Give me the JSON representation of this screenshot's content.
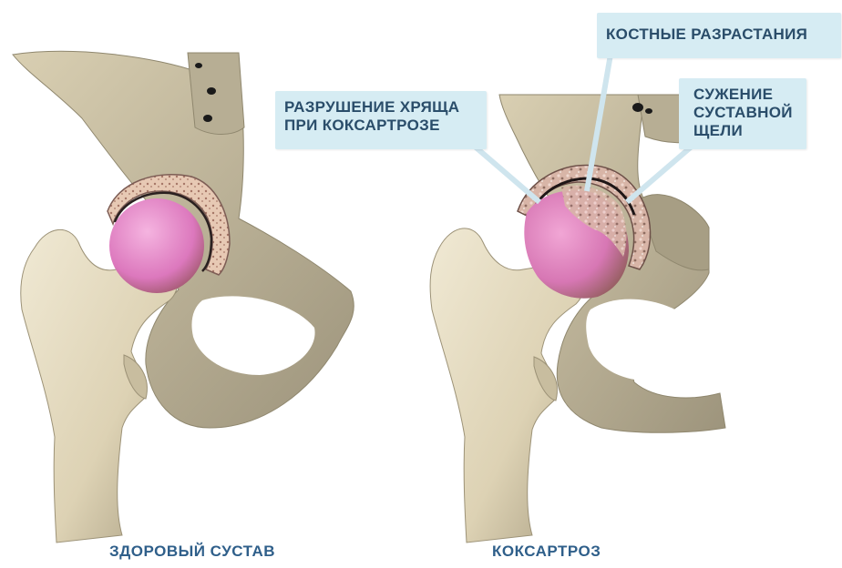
{
  "callouts": {
    "bony_growth": "КОСТНЫЕ РАЗРАСТАНИЯ",
    "cartilage_destruction": [
      "РАЗРУШЕНИЕ ХРЯЩА",
      "ПРИ КОКСАРТРОЗЕ"
    ],
    "joint_space_narrowing": [
      "СУЖЕНИЕ",
      "СУСТАВНОЙ",
      "ЩЕЛИ"
    ]
  },
  "captions": {
    "healthy": "ЗДОРОВЫЙ СУСТАВ",
    "disease": "КОКСАРТРОЗ"
  },
  "colors": {
    "bone": "#e5dcc3",
    "bone_shadow": "#b8ad8f",
    "cartilage_head": "#e27fc0",
    "callout_bg": "#d6ecf3",
    "callout_text": "#2a4d6a",
    "caption_text": "#2f5f8a"
  }
}
